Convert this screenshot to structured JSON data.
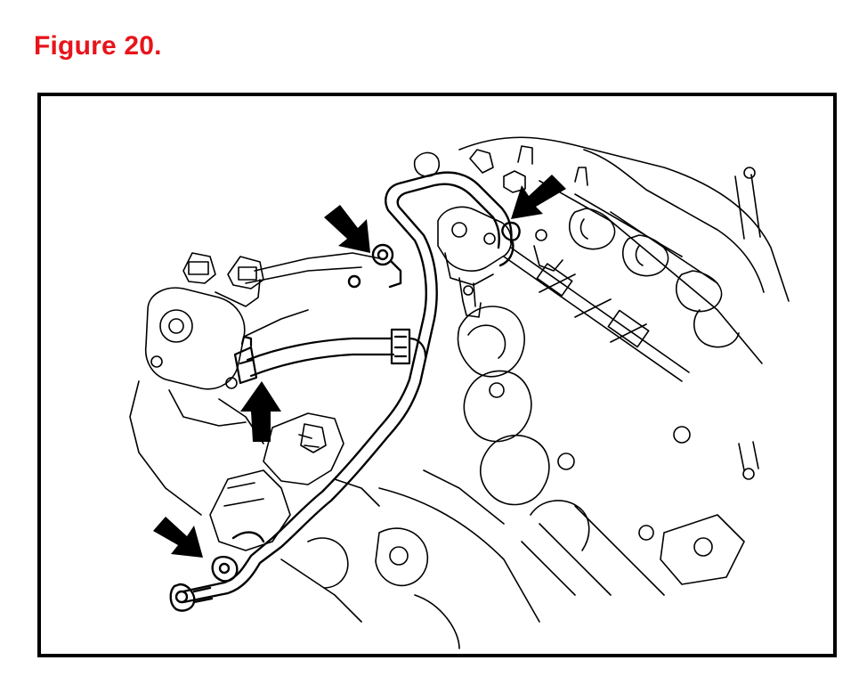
{
  "figure": {
    "title": "Figure 20."
  },
  "colors": {
    "title": "#e8141b",
    "line": "#000000",
    "background": "#ffffff"
  },
  "callouts": [
    {
      "id": "arrow-upper-left-fitting",
      "icon": "arrow-icon"
    },
    {
      "id": "arrow-upper-right-fitting",
      "icon": "arrow-icon"
    },
    {
      "id": "arrow-hose-clamp",
      "icon": "arrow-icon"
    },
    {
      "id": "arrow-lower-left-fitting",
      "icon": "arrow-icon"
    }
  ]
}
